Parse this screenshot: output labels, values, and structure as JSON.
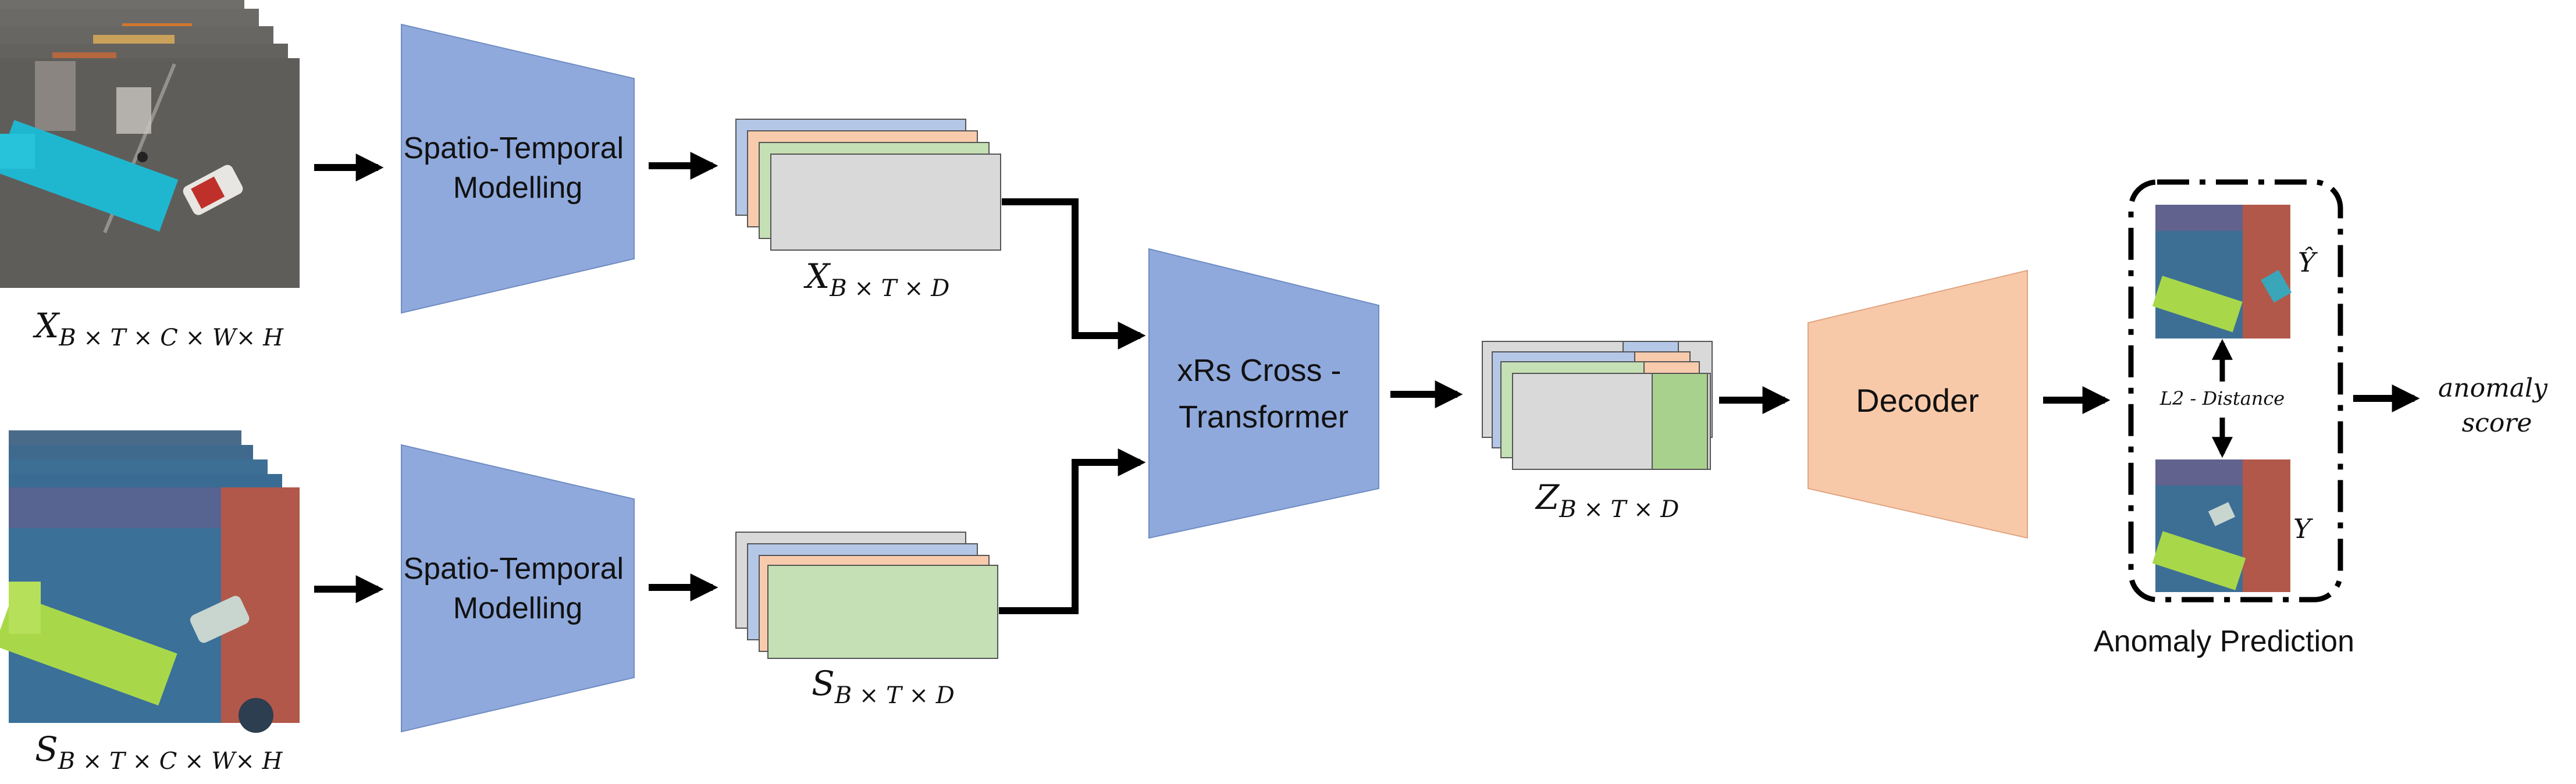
{
  "modules": {
    "stm_top": "Spatio-Temporal\nModelling",
    "stm_bottom": "Spatio-Temporal\nModelling",
    "cross_transformer": "xRs Cross -\nTransformer",
    "decoder": "Decoder"
  },
  "math": {
    "x_input": {
      "base": "X",
      "sub": "B × T × C × W× H"
    },
    "s_input": {
      "base": "S",
      "sub": "B × T × C × W× H"
    },
    "x_feat": {
      "base": "X",
      "sub": "B × T × D"
    },
    "s_feat": {
      "base": "S",
      "sub": "B × T × D"
    },
    "z_feat": {
      "base": "Z",
      "sub": "B × T × D"
    },
    "y_hat": "Ŷ",
    "y": "Y"
  },
  "prediction": {
    "title": "Anomaly Prediction",
    "distance": "L2 - Distance",
    "output": "anomaly\nscore"
  },
  "colors": {
    "module_blue": "#8fa9dc",
    "decoder_orange": "#f8c9a9",
    "card_gray": "#d9d9d9",
    "card_green": "#c5e0b4",
    "card_blue": "#b4c7e7",
    "card_orange": "#f8cbad",
    "z_green": "#a9d18e",
    "road": "#3f4a52",
    "aerial_gray": "#6b6a66",
    "bus_cyan": "#1fb7cf",
    "bus_lime": "#a8d84a",
    "sidewalk": "#b2584a"
  }
}
